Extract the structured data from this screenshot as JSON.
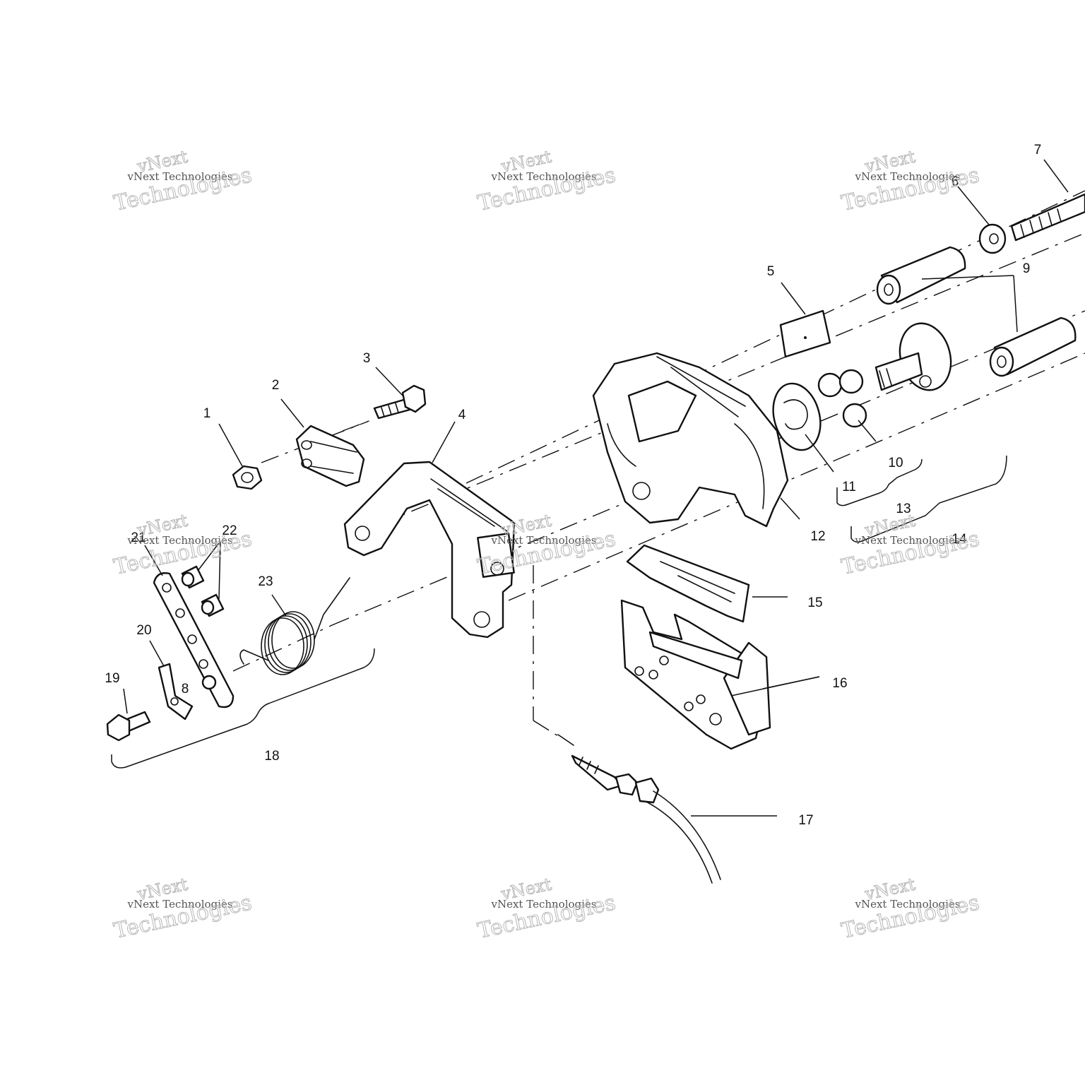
{
  "watermark": {
    "line_small": "vNext Technologies",
    "line_top": "vNext",
    "line_bottom": "Technologies"
  },
  "callouts": [
    "1",
    "2",
    "3",
    "4",
    "5",
    "6",
    "7",
    "8",
    "9",
    "10",
    "11",
    "12",
    "13",
    "14",
    "15",
    "16",
    "17",
    "18",
    "19",
    "20",
    "21",
    "22",
    "23"
  ],
  "colors": {
    "line": "#111111",
    "watermark": "#b8b8b8",
    "background": "#ffffff"
  }
}
